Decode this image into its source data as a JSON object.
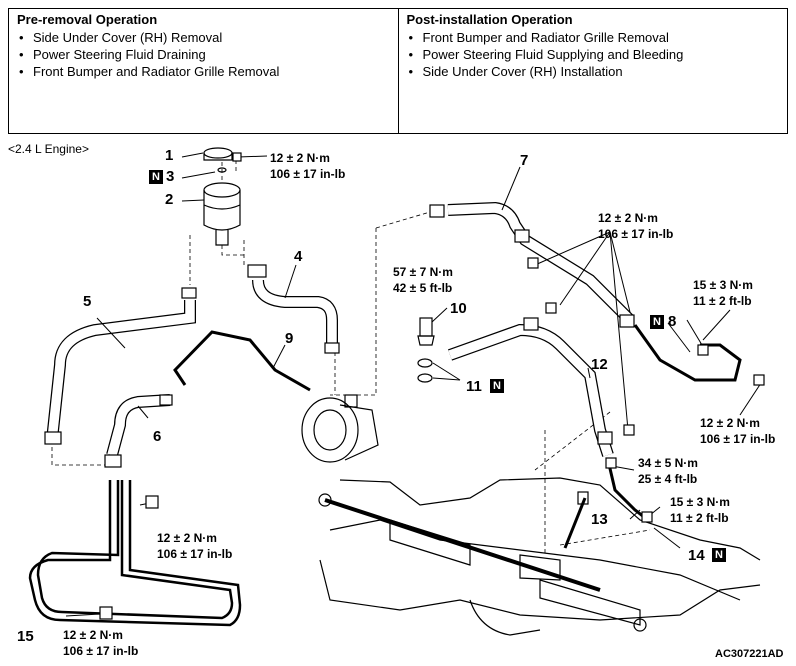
{
  "pre_removal": {
    "title": "Pre-removal Operation",
    "items": [
      "Side Under Cover (RH) Removal",
      "Power Steering Fluid Draining",
      "Front Bumper and Radiator Grille Removal"
    ]
  },
  "post_installation": {
    "title": "Post-installation Operation",
    "items": [
      "Front Bumper and Radiator Grille Removal",
      "Power Steering Fluid Supplying and Bleeding",
      "Side Under Cover (RH) Installation"
    ]
  },
  "engine_label": "<2.4 L Engine>",
  "nut_symbol": "N",
  "parts": {
    "p1": "1",
    "p2": "2",
    "p3": "3",
    "p4": "4",
    "p5": "5",
    "p6": "6",
    "p7": "7",
    "p8": "8",
    "p9": "9",
    "p10": "10",
    "p11": "11",
    "p12": "12",
    "p13": "13",
    "p14": "14",
    "p15": "15"
  },
  "torques": {
    "t_12nm": "12 ± 2 N·m",
    "t_106inlb": "106 ± 17 in-lb",
    "t_57nm": "57 ± 7 N·m",
    "t_42ftlb": "42 ± 5 ft-lb",
    "t_15nm": "15 ± 3 N·m",
    "t_11ftlb": "11 ± 2 ft-lb",
    "t_34nm": "34 ± 5 N·m",
    "t_25ftlb": "25 ± 4 ft-lb"
  },
  "figure_code": "AC307221AD"
}
